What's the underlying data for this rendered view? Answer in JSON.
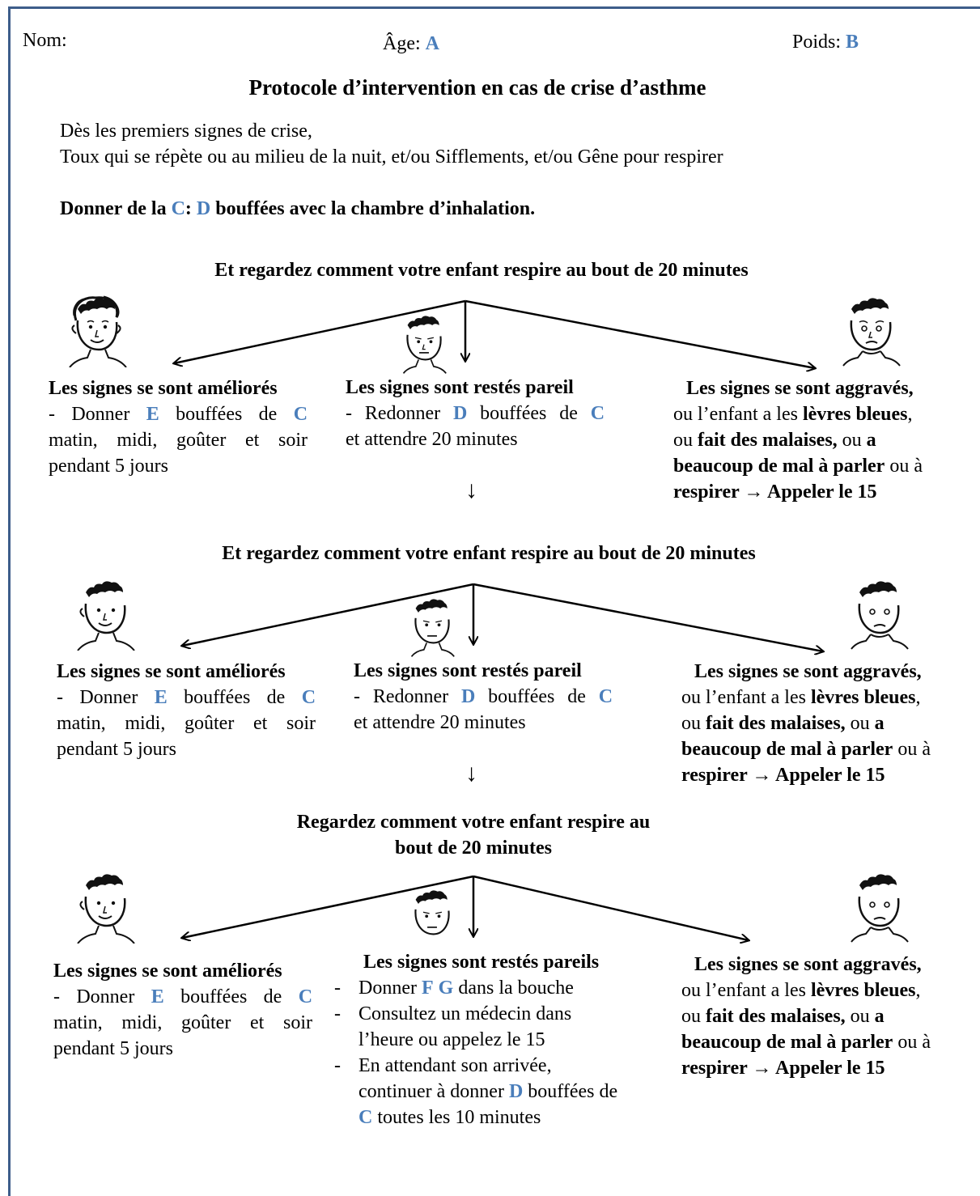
{
  "header": {
    "nom_label": "Nom:",
    "age_label": "Âge:",
    "age_value": "A",
    "poids_label": "Poids:",
    "poids_value": "B"
  },
  "title": "Protocole d’intervention en cas de crise d’asthme",
  "intro": {
    "line1": "Dès les premiers signes de crise,",
    "line2": "Toux qui se répète ou au milieu de la nuit, et/ou Sifflements, et/ou Gêne pour respirer",
    "dose_prefix": "Donner de la",
    "dose_drug": "C",
    "dose_sep": ":",
    "dose_count": "D",
    "dose_suffix": "bouffées avec la chambre d’inhalation."
  },
  "common": {
    "improved_title": "Les signes se sont améliorés",
    "improved_l1_a": "- Donner",
    "improved_l1_e": "E",
    "improved_l1_b": "bouffées de",
    "improved_l1_c": "C",
    "improved_l2": "matin, midi, goûter et soir",
    "improved_l3": "pendant 5 jours",
    "same_title": "Les signes sont restés pareil",
    "same_l1_a": "- Redonner",
    "same_l1_d": "D",
    "same_l1_b": "bouffées de",
    "same_l1_c": "C",
    "same_l2": "et attendre 20 minutes",
    "worse_title": "Les signes se sont aggravés,",
    "worse_l2_a": "ou l’enfant a les",
    "worse_l2_b": "lèvres bleues",
    "worse_l2_c": ",",
    "worse_l3_a": "ou",
    "worse_l3_b": "fait des malaises,",
    "worse_l3_c": "ou",
    "worse_l3_d": "a",
    "worse_l4_a": "beaucoup de mal à parler",
    "worse_l4_b": "ou à",
    "worse_l5_a": "respirer",
    "worse_l5_arrow": "→",
    "worse_l5_b": "Appeler le 15",
    "down_arrow": "↓"
  },
  "step1": {
    "heading": "Et regardez comment votre enfant respire au bout de 20 minutes"
  },
  "step2": {
    "heading": "Et regardez comment votre enfant respire au bout de 20 minutes"
  },
  "step3": {
    "heading_l1": "Regardez comment votre enfant respire au",
    "heading_l2": "bout de 20 minutes",
    "same_title": "Les signes sont restés pareils",
    "item1_a": "Donner",
    "item1_f": "F",
    "item1_g": "G",
    "item1_b": "dans la bouche",
    "item2_l1": "Consultez un médecin dans",
    "item2_l2": "l’heure ou appelez le 15",
    "item3_l1": "En attendant son arrivée,",
    "item3_l2_a": "continuer à donner",
    "item3_l2_d": "D",
    "item3_l2_b": "bouffées de",
    "item3_l3_c": "C",
    "item3_l3_b": "toutes les 10 minutes"
  },
  "colors": {
    "accent": "#4a7ebb",
    "frame": "#3d5d8a"
  }
}
